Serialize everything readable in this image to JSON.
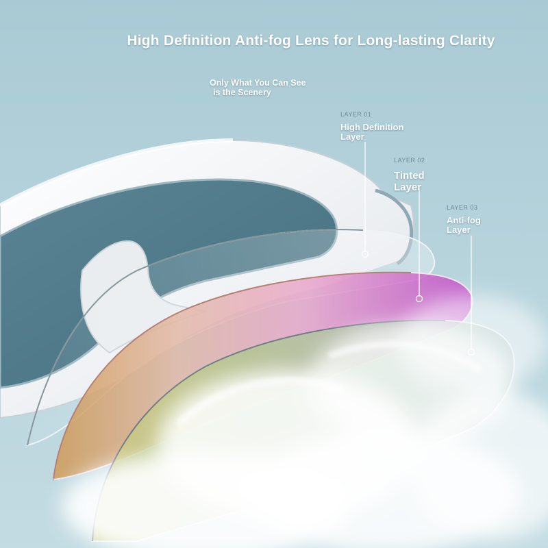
{
  "headline": "High Definition Anti-fog Lens for Long-lasting Clarity",
  "tagline": {
    "line1": "Only What You Can See",
    "line2": "is the Scenery"
  },
  "layers": [
    {
      "number": "LAYER 01",
      "name": "High Definition Layer"
    },
    {
      "number": "LAYER 02",
      "name": "Tinted Layer"
    },
    {
      "number": "LAYER 03",
      "name": "Anti-fog Layer"
    }
  ],
  "colors": {
    "background": "#b3d0da",
    "frame": "#f1f3f5",
    "lens_dark": "#4f7989",
    "tint_magenta": "#c24fc6",
    "tint_orange": "#d9a35c",
    "tint_green": "#b7c98a",
    "fog": "#ffffff"
  }
}
